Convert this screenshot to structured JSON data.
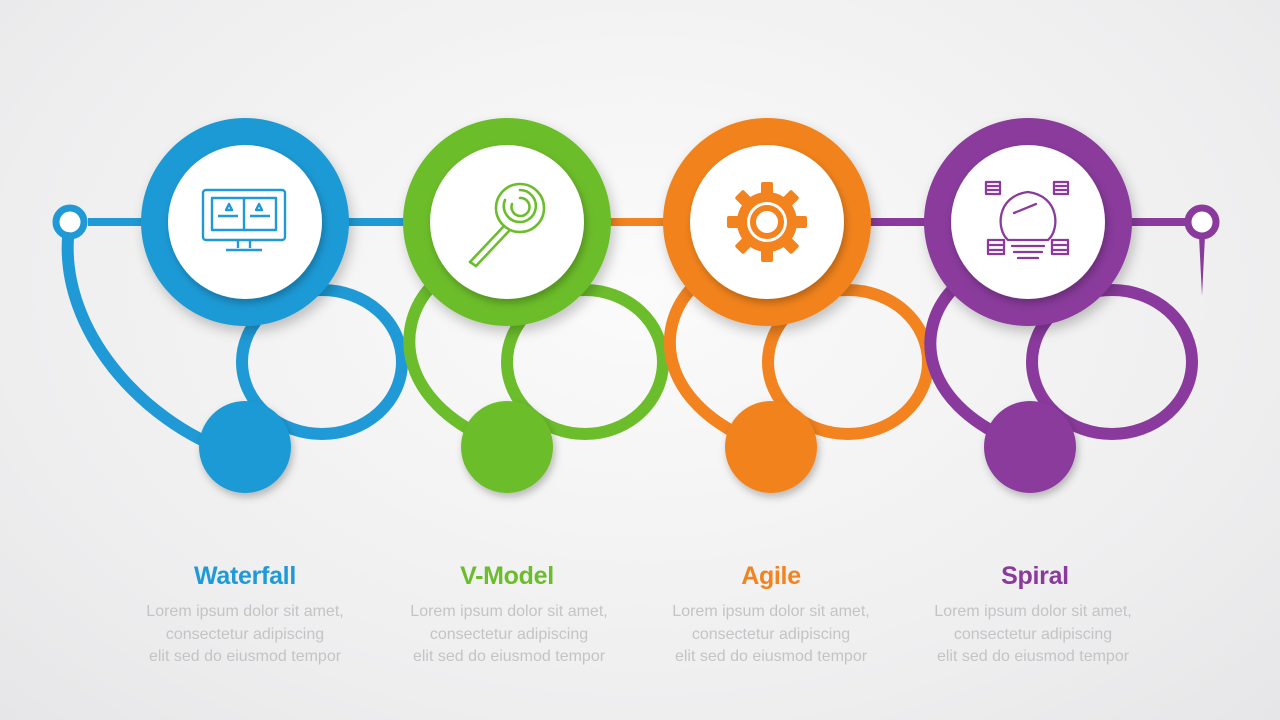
{
  "stages": [
    {
      "title": "Waterfall",
      "icon": "monitor-icon",
      "color": "#1f9ad6",
      "lines": [
        "Lorem ipsum dolor sit amet,",
        "consectetur adipiscing",
        "elit sed do eiusmod tempor"
      ]
    },
    {
      "title": "V-Model",
      "icon": "magnifier-icon",
      "color": "#6cbd2c",
      "lines": [
        "Lorem ipsum dolor sit amet,",
        "consectetur adipiscing",
        "elit sed do eiusmod tempor"
      ]
    },
    {
      "title": "Agile",
      "icon": "gear-icon",
      "color": "#f2831f",
      "lines": [
        "Lorem ipsum dolor sit amet,",
        "consectetur adipiscing",
        "elit sed do eiusmod tempor"
      ]
    },
    {
      "title": "Spiral",
      "icon": "lightbulb-icon",
      "color": "#8a3a9c",
      "lines": [
        "Lorem ipsum dolor sit amet,",
        "consectetur adipiscing",
        "elit sed do eiusmod tempor"
      ]
    }
  ]
}
